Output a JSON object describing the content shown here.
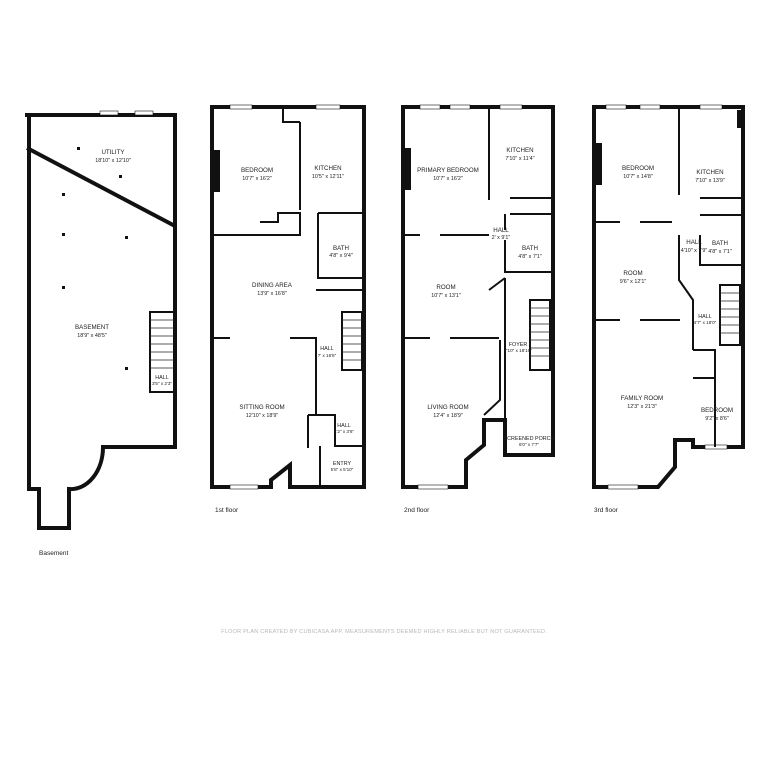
{
  "floors": [
    {
      "label": "Basement",
      "rooms": [
        {
          "name": "UTILITY",
          "dims": "18'10\" x 12'10\""
        },
        {
          "name": "BASEMENT",
          "dims": "18'9\" x 48'5\""
        },
        {
          "name": "HALL",
          "dims": "3'5\" x 2'3\""
        }
      ]
    },
    {
      "label": "1st floor",
      "rooms": [
        {
          "name": "BEDROOM",
          "dims": "10'7\" x 16'2\""
        },
        {
          "name": "KITCHEN",
          "dims": "10'5\" x 12'11\""
        },
        {
          "name": "BATH",
          "dims": "4'8\" x 9'4\""
        },
        {
          "name": "DINING AREA",
          "dims": "13'9\" x 16'8\""
        },
        {
          "name": "HALL",
          "dims": "7' x 16'8\""
        },
        {
          "name": "SITTING ROOM",
          "dims": "12'10\" x 18'9\""
        },
        {
          "name": "HALL",
          "dims": "4'2\" x 3'6\""
        },
        {
          "name": "ENTRY",
          "dims": "5'8\" x 5'10\""
        }
      ]
    },
    {
      "label": "2nd floor",
      "rooms": [
        {
          "name": "PRIMARY BEDROOM",
          "dims": "10'7\" x 16'2\""
        },
        {
          "name": "KITCHEN",
          "dims": "7'10\" x 11'4\""
        },
        {
          "name": "HALL",
          "dims": "2' x 9'1\""
        },
        {
          "name": "BATH",
          "dims": "4'8\" x 7'1\""
        },
        {
          "name": "ROOM",
          "dims": "10'7\" x 13'1\""
        },
        {
          "name": "FOYER",
          "dims": "7'10\" x 18'10\""
        },
        {
          "name": "LIVING ROOM",
          "dims": "12'4\" x 18'9\""
        },
        {
          "name": "SCREENED PORCH",
          "dims": "6'0\" x 7'7\""
        }
      ]
    },
    {
      "label": "3rd floor",
      "rooms": [
        {
          "name": "BEDROOM",
          "dims": "10'7\" x 14'8\""
        },
        {
          "name": "KITCHEN",
          "dims": "7'10\" x 13'9\""
        },
        {
          "name": "HALL",
          "dims": "4'10\" x 7'9\""
        },
        {
          "name": "BATH",
          "dims": "4'8\" x 7'1\""
        },
        {
          "name": "ROOM",
          "dims": "9'6\" x 12'1\""
        },
        {
          "name": "HALL",
          "dims": "4'7\" x 18'0\""
        },
        {
          "name": "FAMILY ROOM",
          "dims": "12'3\" x 21'3\""
        },
        {
          "name": "BEDROOM",
          "dims": "9'2\" x 8'6\""
        }
      ]
    }
  ],
  "footer": "FLOOR PLAN CREATED BY CUBICASA APP. MEASUREMENTS DEEMED HIGHLY RELIABLE BUT NOT GUARANTEED."
}
